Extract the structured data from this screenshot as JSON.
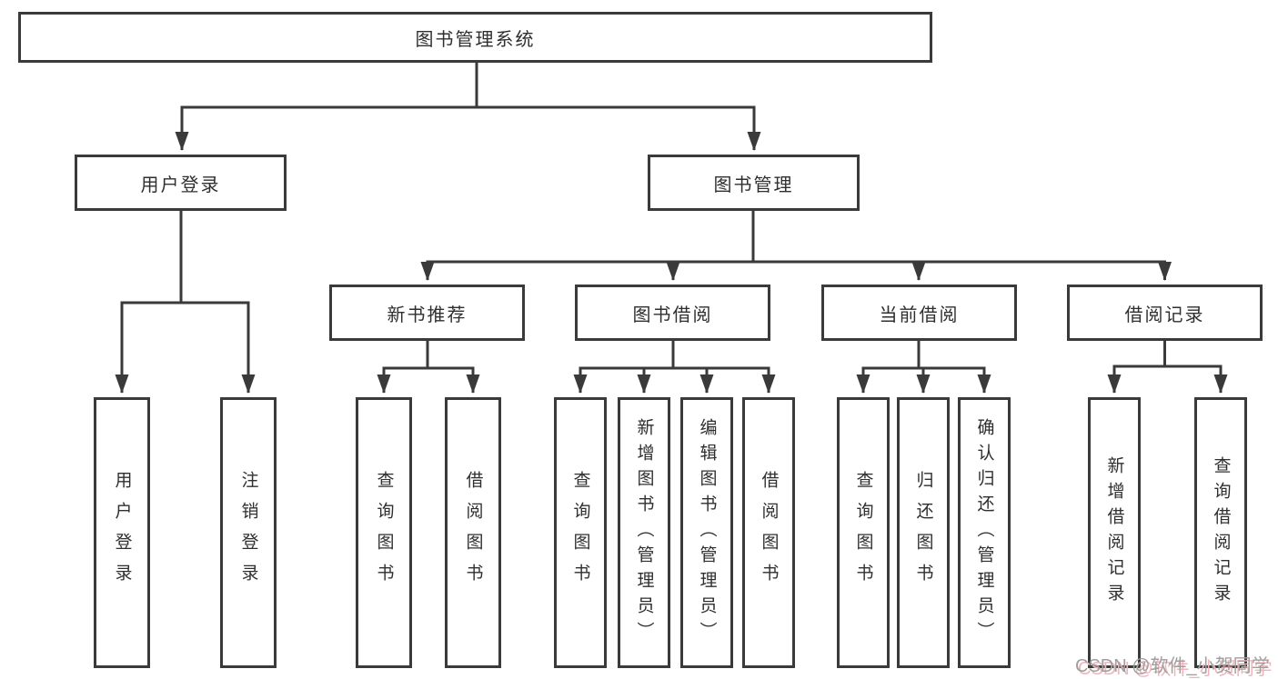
{
  "title": "图书管理系统",
  "colors": {
    "line": "#3a3a3a",
    "border": "#3a3a3a",
    "text": "#2f2f2f",
    "watermark_gray": "#9f9f9f",
    "watermark_pink": "#f0b4ba"
  },
  "watermark": {
    "text": "CSDN @软件_小贺同学"
  },
  "nodes": {
    "root": {
      "label": "图书管理系统",
      "children": [
        "user_login",
        "book_mgmt"
      ]
    },
    "user_login": {
      "label": "用户登录",
      "children": [
        "ul_login",
        "ul_logout"
      ]
    },
    "book_mgmt": {
      "label": "图书管理",
      "children": [
        "new_rec",
        "borrow",
        "current",
        "records"
      ]
    },
    "new_rec": {
      "label": "新书推荐",
      "children": [
        "nr_query",
        "nr_borrow"
      ]
    },
    "borrow": {
      "label": "图书借阅",
      "children": [
        "bw_query",
        "bw_add",
        "bw_edit",
        "bw_borrow"
      ]
    },
    "current": {
      "label": "当前借阅",
      "children": [
        "cb_query",
        "cb_return",
        "cb_confirm"
      ]
    },
    "records": {
      "label": "借阅记录",
      "children": [
        "br_add",
        "br_query"
      ]
    },
    "ul_login": {
      "label": "用户登录",
      "children": []
    },
    "ul_logout": {
      "label": "注销登录",
      "children": []
    },
    "nr_query": {
      "label": "查询图书",
      "children": []
    },
    "nr_borrow": {
      "label": "借阅图书",
      "children": []
    },
    "bw_query": {
      "label": "查询图书",
      "children": []
    },
    "bw_add": {
      "label": "新增图书（管理员）",
      "children": []
    },
    "bw_edit": {
      "label": "编辑图书（管理员）",
      "children": []
    },
    "bw_borrow": {
      "label": "借阅图书",
      "children": []
    },
    "cb_query": {
      "label": "查询图书",
      "children": []
    },
    "cb_return": {
      "label": "归还图书",
      "children": []
    },
    "cb_confirm": {
      "label": "确认归还（管理员）",
      "children": []
    },
    "br_add": {
      "label": "新增借阅记录",
      "children": []
    },
    "br_query": {
      "label": "查询借阅记录",
      "children": []
    }
  }
}
